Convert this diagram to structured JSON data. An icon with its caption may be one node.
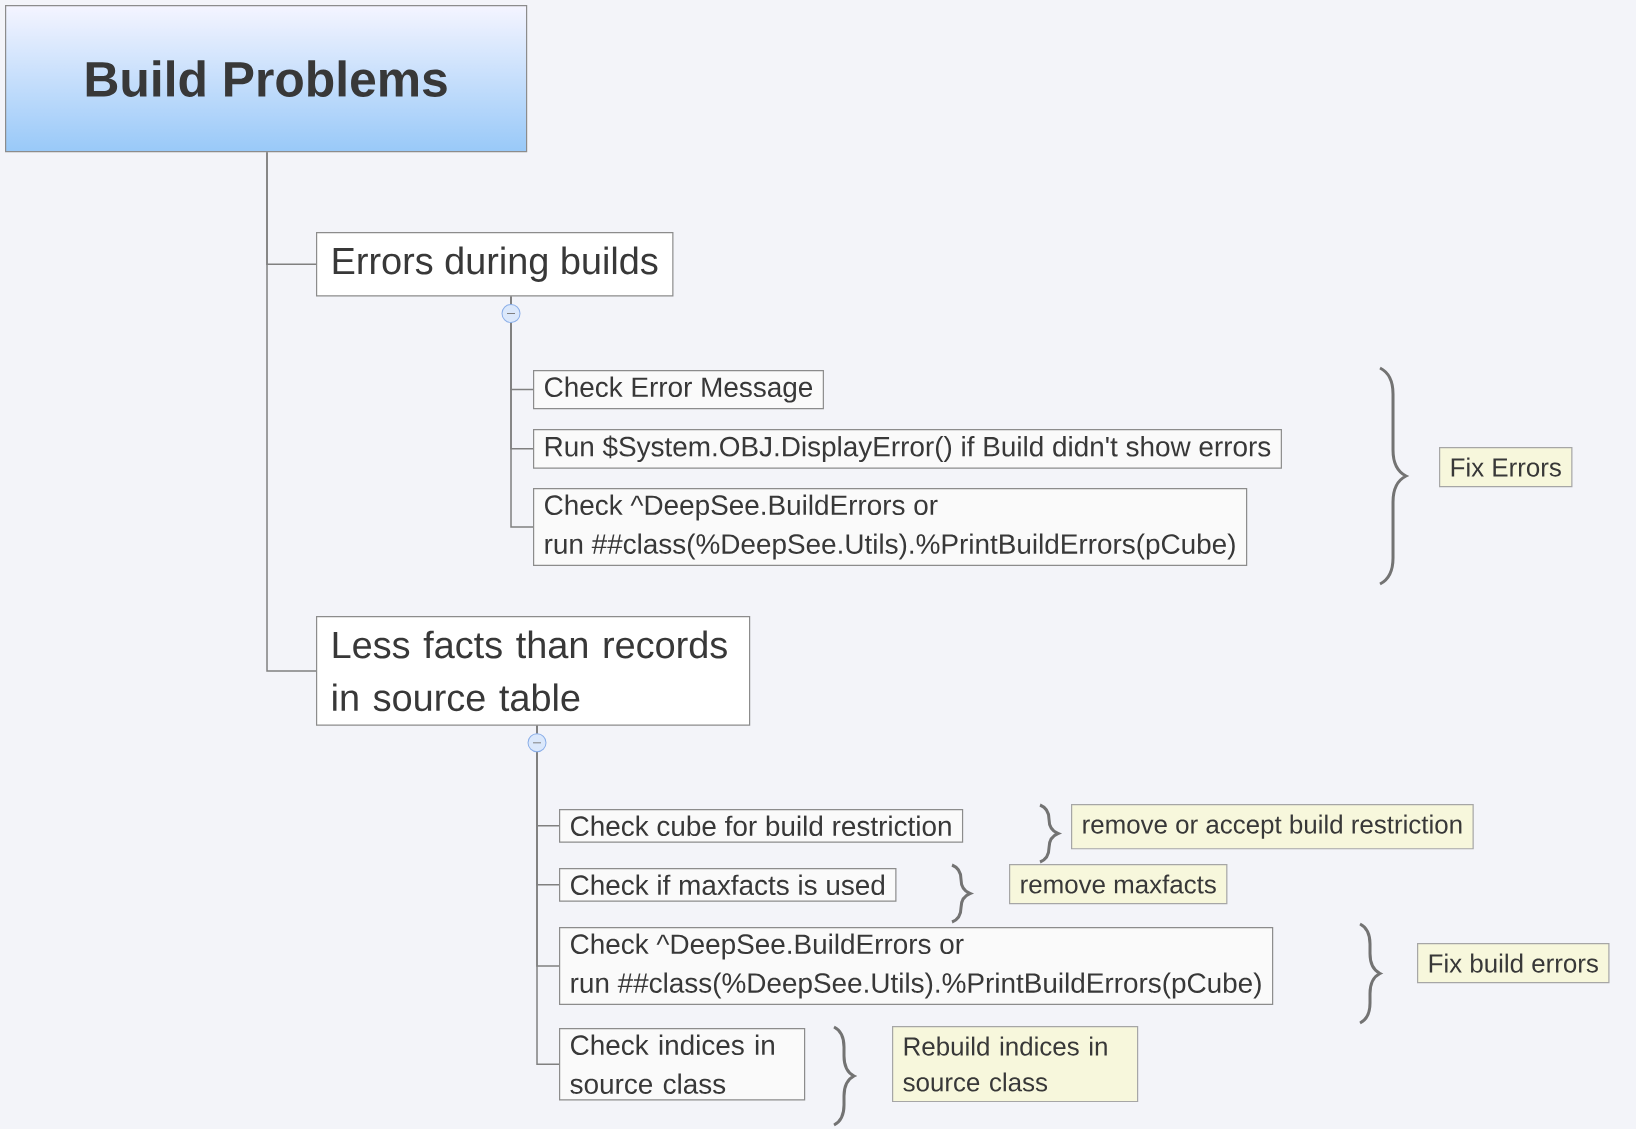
{
  "diagram": {
    "nodes": [
      {
        "text": [
          "Build Problems"
        ]
      },
      {
        "text": [
          "Errors during builds"
        ]
      },
      {
        "text": [
          "Check Error Message"
        ]
      },
      {
        "text": [
          "Run $System.OBJ.DisplayError() if Build didn't show errors"
        ]
      },
      {
        "text": [
          "Check ^DeepSee.BuildErrors or",
          "run ##class(%DeepSee.Utils).%PrintBuildErrors(pCube)"
        ]
      },
      {
        "text": [
          "Fix Errors"
        ]
      },
      {
        "text": [
          "Less facts than records in source table"
        ]
      },
      {
        "text": [
          "Check cube for build restriction"
        ]
      },
      {
        "text": [
          "remove or accept build restriction"
        ]
      },
      {
        "text": [
          "Check if maxfacts is used"
        ]
      },
      {
        "text": [
          "remove maxfacts"
        ]
      },
      {
        "text": [
          "Check ^DeepSee.BuildErrors or",
          "run ##class(%DeepSee.Utils).%PrintBuildErrors(pCube)"
        ]
      },
      {
        "text": [
          "Fix build errors"
        ]
      },
      {
        "text": [
          "Check indices in source class"
        ]
      },
      {
        "text": [
          "Rebuild indices in source class"
        ]
      }
    ],
    "edges": [
      {
        "from": 0,
        "to": 1,
        "arrow": "none"
      },
      {
        "from": 0,
        "to": 6,
        "arrow": "none"
      },
      {
        "from": 1,
        "to": 2,
        "arrow": "none"
      },
      {
        "from": 1,
        "to": 3,
        "arrow": "none"
      },
      {
        "from": 1,
        "to": 4,
        "arrow": "none"
      },
      {
        "from": 6,
        "to": 7,
        "arrow": "none"
      },
      {
        "from": 6,
        "to": 9,
        "arrow": "none"
      },
      {
        "from": 6,
        "to": 11,
        "arrow": "none"
      },
      {
        "from": 6,
        "to": 13,
        "arrow": "none"
      }
    ]
  }
}
